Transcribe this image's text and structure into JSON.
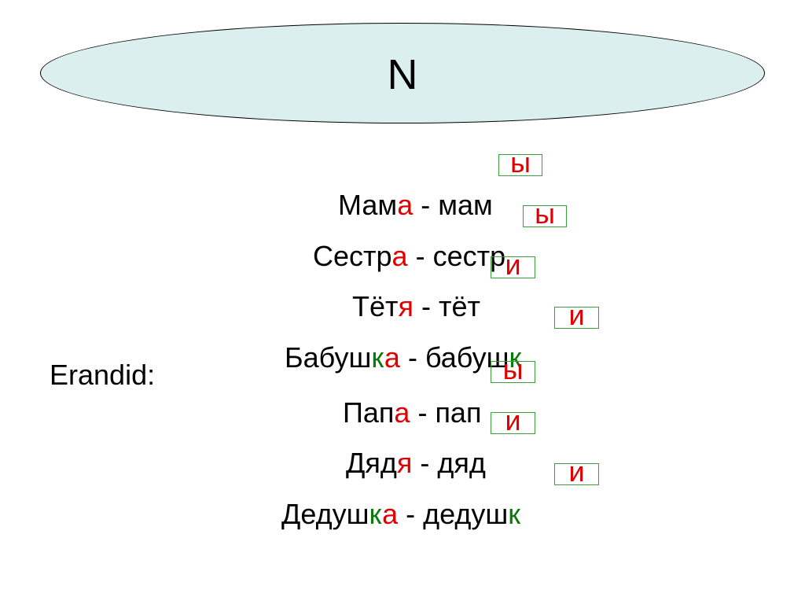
{
  "title": "N",
  "note": "Erandid:",
  "colors": {
    "background": "#ffffff",
    "title_fill": "#dcefef",
    "text": "#000000",
    "ending_letter": "#e00000",
    "stem_consonant": "#0a7a0a",
    "box_border": "#3aa03a"
  },
  "rows": [
    {
      "stem": "Мам",
      "sg_end": "а",
      "sep": " - ",
      "pl_stem": "мам",
      "pl_end": "ы"
    },
    {
      "stem": "Сестр",
      "sg_end": "а",
      "sep": " - ",
      "pl_stem": "сестр",
      "pl_end": "ы"
    },
    {
      "stem": "Тёт",
      "sg_end": "я",
      "sep": " - ",
      "pl_stem": "тёт",
      "pl_end": "и"
    },
    {
      "stem": "Бабуш",
      "stem_mark": "к",
      "sg_end": "а",
      "sep": " - ",
      "pl_stem": "бабуш",
      "pl_mark": "к",
      "pl_end": "и"
    },
    {
      "stem": "Пап",
      "sg_end": "а",
      "sep": " - ",
      "pl_stem": "пап",
      "pl_end": "ы"
    },
    {
      "stem": "Дяд",
      "sg_end": "я",
      "sep": " - ",
      "pl_stem": "дяд",
      "pl_end": "и"
    },
    {
      "stem": "Дедуш",
      "stem_mark": "к",
      "sg_end": "а",
      "sep": " - ",
      "pl_stem": "дедуш",
      "pl_mark": "к",
      "pl_end": "и"
    }
  ]
}
